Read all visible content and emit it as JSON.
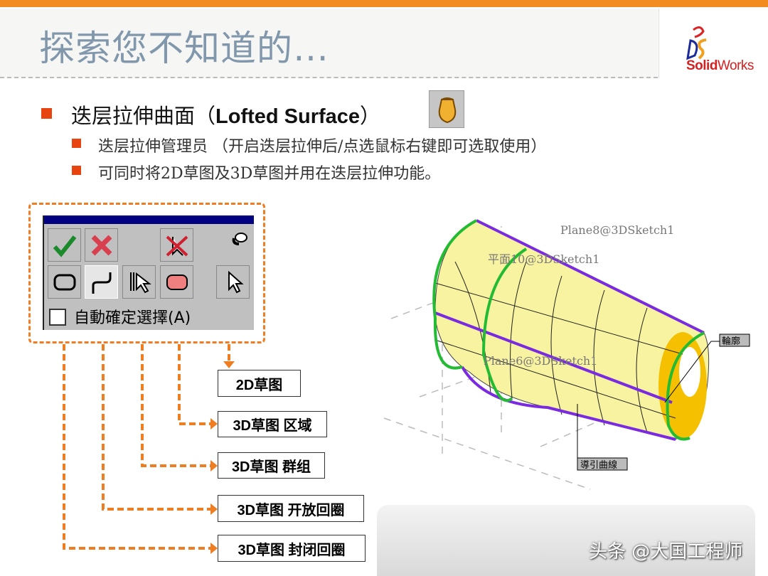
{
  "header": {
    "title": "探索您不知道的…",
    "logo_text": "SolidWorks",
    "logo_mark": "3DS"
  },
  "bullets": {
    "main": {
      "text_cn": "迭层拉伸曲面（",
      "text_en": "Lofted Surface",
      "text_end": "）",
      "icon": "lofted-surface-icon"
    },
    "sub": [
      "迭层拉伸管理员 （开启迭层拉伸后/点选鼠标右键即可选取使用）",
      "可同时将2D草图及3D草图并用在迭层拉伸功能。"
    ]
  },
  "dialog": {
    "checkbox_label": "自動確定選擇(A)",
    "checkbox_checked": false,
    "buttons": [
      "ok-check-icon",
      "cancel-x-icon",
      "clear-selection-icon",
      "closed-loop-icon",
      "open-loop-icon",
      "group-select-icon",
      "region-icon",
      "select-pointer-icon",
      "pushpin-icon"
    ]
  },
  "callouts": [
    "2D草图",
    "3D草图 区域",
    "3D草图 群组",
    "3D草图 开放回圈",
    "3D草图 封闭回圈"
  ],
  "model": {
    "plane_labels": [
      "Plane8@3DSketch1",
      "平面10@3DSketch1",
      "Plane6@3DSketch1"
    ],
    "tag_profile": "輪廓",
    "tag_guide": "導引曲線"
  },
  "watermark": "头条 @大国工程师",
  "colors": {
    "accent": "#f28c20",
    "bullet": "#e8440f",
    "title": "#8197ab",
    "guide": "#7a2be0",
    "profile": "#22bb33"
  }
}
